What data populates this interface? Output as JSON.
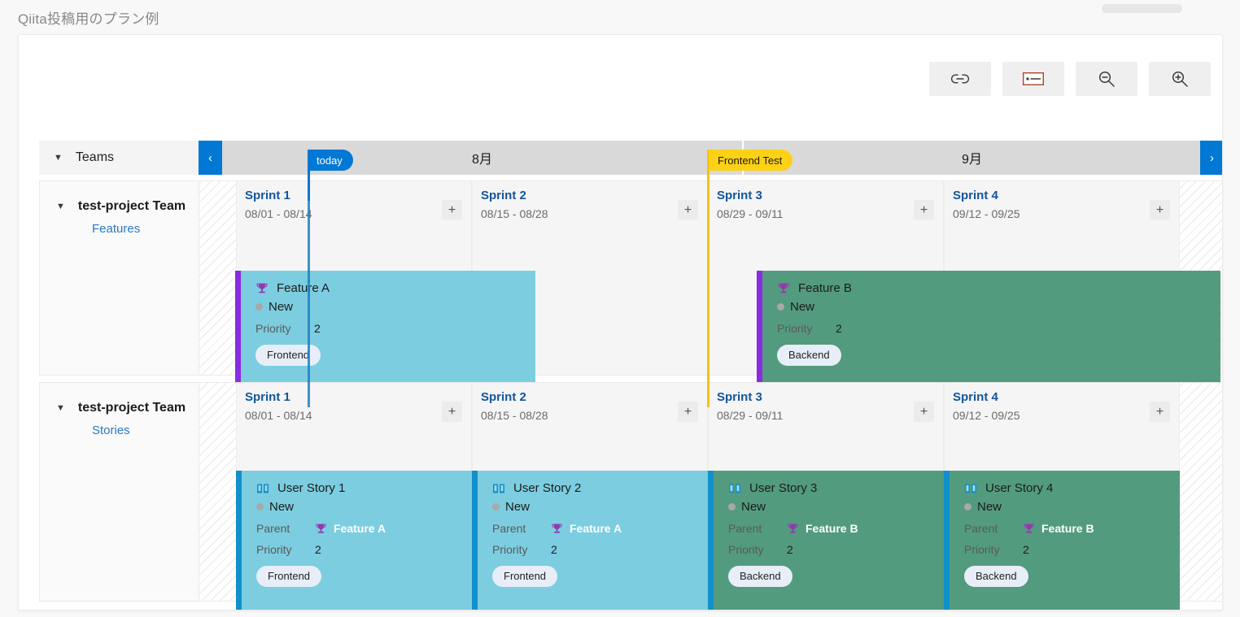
{
  "page": {
    "title": "Qiita投稿用のプラン例"
  },
  "toolbar": {
    "buttons": [
      {
        "name": "link-icon",
        "label": ""
      },
      {
        "name": "card-fields-icon",
        "label": ""
      },
      {
        "name": "zoom-out-icon",
        "label": ""
      },
      {
        "name": "zoom-in-icon",
        "label": ""
      }
    ]
  },
  "markers": {
    "today": {
      "label": "today",
      "color": "#0078d4"
    },
    "milestone": {
      "label": "Frontend Test",
      "color": "#fcd116"
    }
  },
  "timeline": {
    "teams_header": "Teams",
    "prev_arrow": "‹",
    "next_arrow": "›",
    "months": [
      "8月",
      "9月"
    ]
  },
  "lanes": [
    {
      "team": "test-project Team",
      "backlog": "Features",
      "sprints": [
        {
          "name": "Sprint 1",
          "dates": "08/01 - 08/14",
          "add": "+"
        },
        {
          "name": "Sprint 2",
          "dates": "08/15 - 08/28",
          "add": "+"
        },
        {
          "name": "Sprint 3",
          "dates": "08/29 - 09/11",
          "add": "+"
        },
        {
          "name": "Sprint 4",
          "dates": "09/12 - 09/25",
          "add": "+"
        }
      ],
      "cards": [
        {
          "title": "Feature A",
          "icon": "trophy-icon",
          "state": "New",
          "fields": [
            {
              "label": "Priority",
              "value": "2"
            }
          ],
          "tag": "Frontend",
          "bg": "#7ccde0",
          "border": "#8a2be2"
        },
        {
          "title": "Feature B",
          "icon": "trophy-icon",
          "state": "New",
          "fields": [
            {
              "label": "Priority",
              "value": "2"
            }
          ],
          "tag": "Backend",
          "bg": "#539b7e",
          "border": "#8a2be2"
        }
      ]
    },
    {
      "team": "test-project Team",
      "backlog": "Stories",
      "sprints": [
        {
          "name": "Sprint 1",
          "dates": "08/01 - 08/14",
          "add": "+"
        },
        {
          "name": "Sprint 2",
          "dates": "08/15 - 08/28",
          "add": "+"
        },
        {
          "name": "Sprint 3",
          "dates": "08/29 - 09/11",
          "add": "+"
        },
        {
          "name": "Sprint 4",
          "dates": "09/12 - 09/25",
          "add": "+"
        }
      ],
      "cards": [
        {
          "title": "User Story 1",
          "icon": "book-icon",
          "state": "New",
          "parent_label": "Parent",
          "parent_value": "Feature A",
          "priority_label": "Priority",
          "priority_value": "2",
          "tag": "Frontend",
          "bg": "#7ccde0",
          "border": "#1190cb"
        },
        {
          "title": "User Story 2",
          "icon": "book-icon",
          "state": "New",
          "parent_label": "Parent",
          "parent_value": "Feature A",
          "priority_label": "Priority",
          "priority_value": "2",
          "tag": "Frontend",
          "bg": "#7ccde0",
          "border": "#1190cb"
        },
        {
          "title": "User Story 3",
          "icon": "book-icon",
          "state": "New",
          "parent_label": "Parent",
          "parent_value": "Feature B",
          "priority_label": "Priority",
          "priority_value": "2",
          "tag": "Backend",
          "bg": "#539b7e",
          "border": "#1190cb"
        },
        {
          "title": "User Story 4",
          "icon": "book-icon",
          "state": "New",
          "parent_label": "Parent",
          "parent_value": "Feature B",
          "priority_label": "Priority",
          "priority_value": "2",
          "tag": "Backend",
          "bg": "#539b7e",
          "border": "#1190cb"
        }
      ]
    }
  ]
}
